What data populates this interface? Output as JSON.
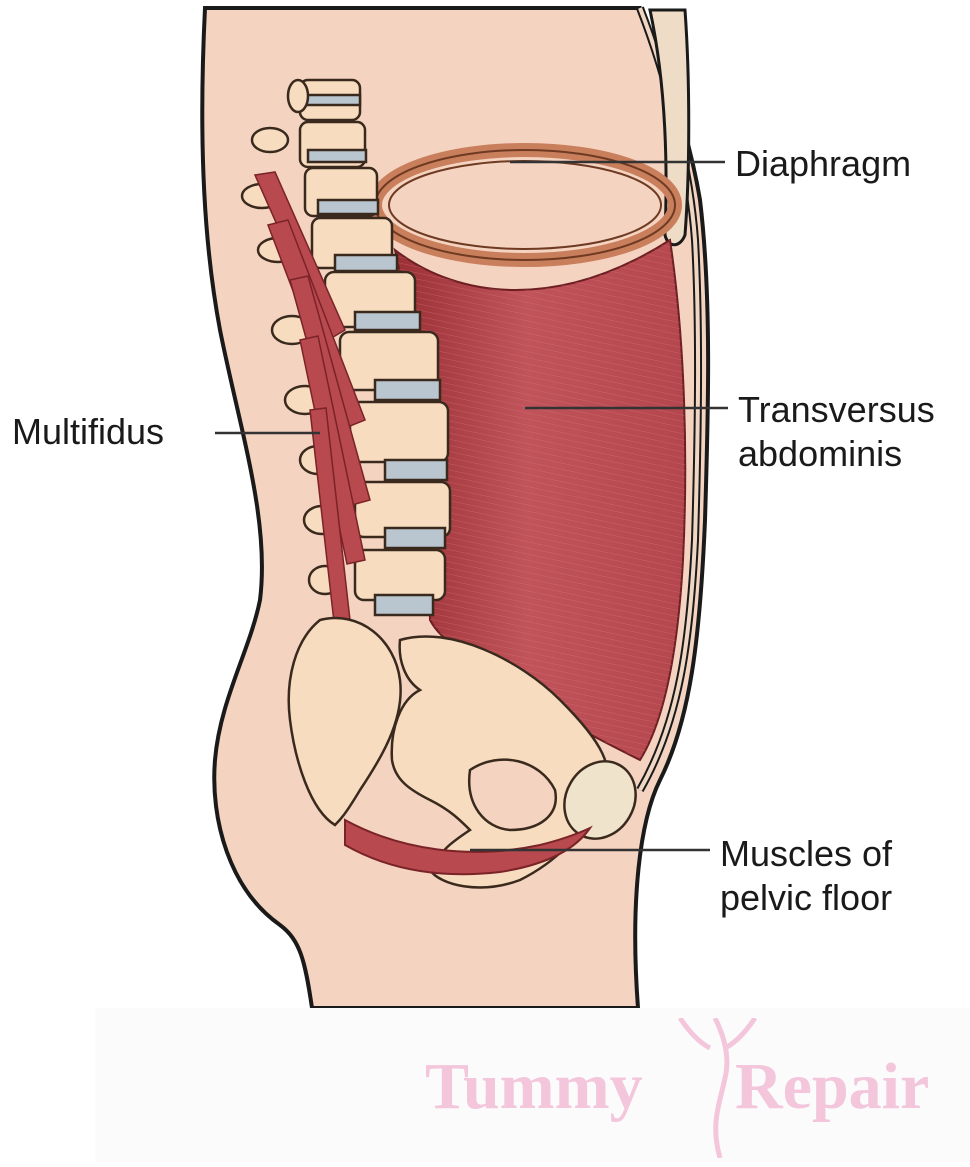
{
  "labels": {
    "diaphragm": "Diaphragm",
    "transversus_line1": "Transversus",
    "transversus_line2": "abdominis",
    "multifidus": "Multifidus",
    "pelvic_line1": "Muscles of",
    "pelvic_line2": "pelvic floor"
  },
  "watermark": {
    "word1": "Tummy",
    "word2": "Repair",
    "color": "#f4c6dc"
  },
  "colors": {
    "skin": "#f4d3c0",
    "muscle": "#b8494f",
    "muscle_dark": "#8f2d33",
    "bone": "#f7dcc0",
    "disc": "#b9c5cf",
    "outline": "#1a1a1a"
  }
}
